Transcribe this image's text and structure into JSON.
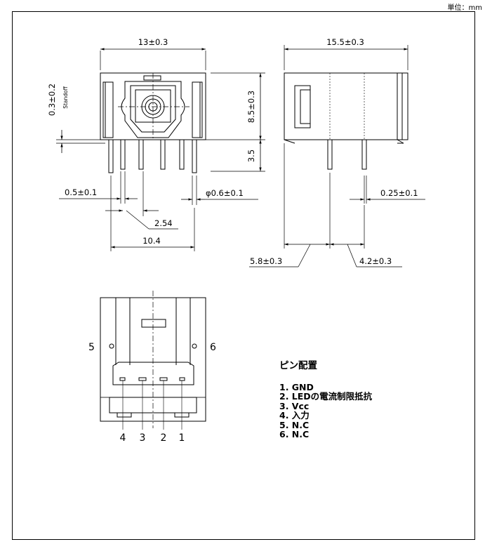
{
  "unit_label": "単位：mm",
  "front_view": {
    "width_dim": "13±0.3",
    "height_dim": "8.5±0.3",
    "leg_dim": "3.5",
    "standoff_dim": "0.3±0.2",
    "standoff_label": "Standoff",
    "pin_width_dim": "0.5±0.1",
    "pin_dia_dim": "φ0.6±0.1",
    "pitch_dim": "2.54",
    "span_dim": "10.4"
  },
  "side_view": {
    "depth_dim": "15.5±0.3",
    "pin_thk_dim": "0.25±0.1",
    "front_pin_dim": "5.8±0.3",
    "pin_gap_dim": "4.2±0.3"
  },
  "bottom_view": {
    "side_left": "5",
    "side_right": "6",
    "pin_numbers": [
      "4",
      "3",
      "2",
      "1"
    ]
  },
  "pin_table": {
    "title": "ピン配置",
    "items": [
      "1.  GND",
      "2.  LEDの電流制限抵抗",
      "3.  Vcc",
      "4.  入力",
      "5.  N.C",
      "6.  N.C"
    ]
  }
}
